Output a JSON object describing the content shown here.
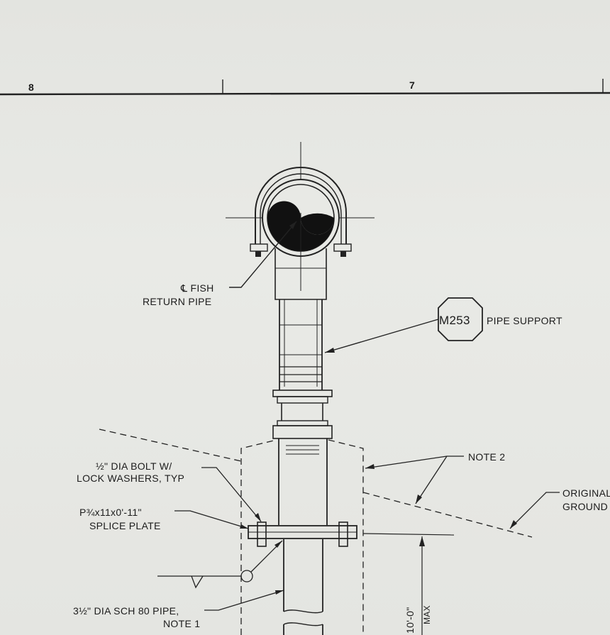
{
  "border": {
    "zone_left": "8",
    "zone_right": "7"
  },
  "callouts": {
    "centerline": {
      "line1": "℄ FISH",
      "line2": "RETURN PIPE"
    },
    "detail_tag": "M253",
    "pipe_support": "PIPE SUPPORT",
    "note2": "NOTE 2",
    "bolt": {
      "line1": "½\" DIA BOLT W/",
      "line2": "LOCK WASHERS, TYP"
    },
    "splice": {
      "line1": "P¾x11x0'-11\"",
      "line2": "SPLICE PLATE"
    },
    "ground": {
      "line1": "ORIGINAL",
      "line2": "GROUND"
    },
    "pipe": {
      "line1": "3½\" DIA SCH 80 PIPE,",
      "line2": "NOTE 1"
    },
    "dimension": {
      "value": "10'-0\"",
      "qualifier": "MAX"
    }
  }
}
